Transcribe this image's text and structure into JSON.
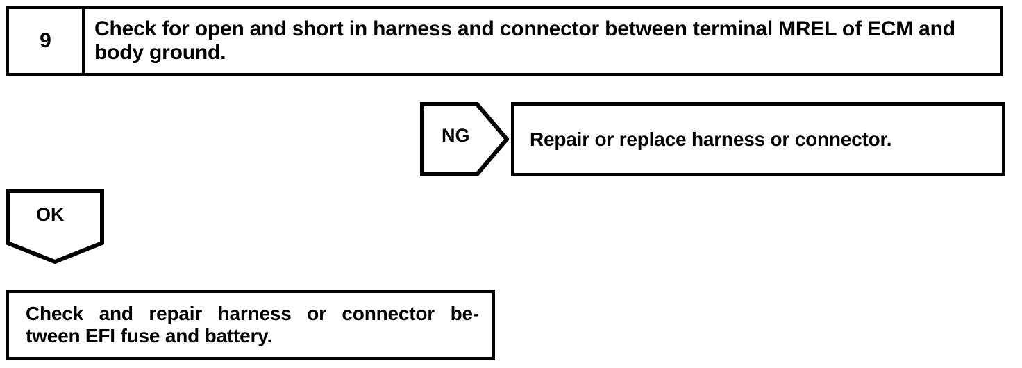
{
  "diagram": {
    "type": "troubleshooting-flowchart",
    "ink_color": "#000000",
    "background_color": "#ffffff",
    "step": {
      "number": "9",
      "instruction": "Check for open and short in harness and connector between terminal MREL of ECM and body ground."
    },
    "branches": [
      {
        "label": "NG",
        "marker_shape": "right-arrow-pentagon",
        "action": "Repair or replace harness or connector."
      },
      {
        "label": "OK",
        "marker_shape": "down-arrow-pentagon",
        "action_line1": "Check and repair harness or connector be-",
        "action_line2": "tween EFI fuse and battery."
      }
    ]
  }
}
